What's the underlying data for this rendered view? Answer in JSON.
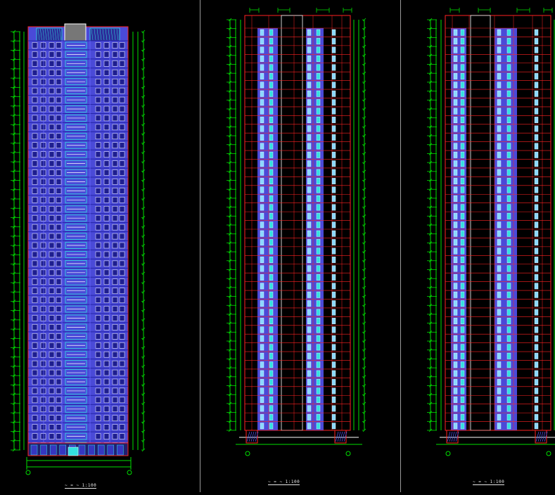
{
  "drawing": {
    "background": "#000000",
    "colors": {
      "dim_green": "#00e000",
      "outline_red": "#ff2222",
      "wall_blue": "#4a4ad8",
      "window_cyan": "#33e0e0",
      "frame_white": "#ffffff",
      "divider_gray": "#9a9a9a"
    },
    "elevations": [
      {
        "id": "front",
        "caption": "~ = ~ 1:100"
      },
      {
        "id": "side-left",
        "caption": "~ = ~ 1:100"
      },
      {
        "id": "side-right",
        "caption": "~ = ~ 1:100"
      }
    ]
  }
}
